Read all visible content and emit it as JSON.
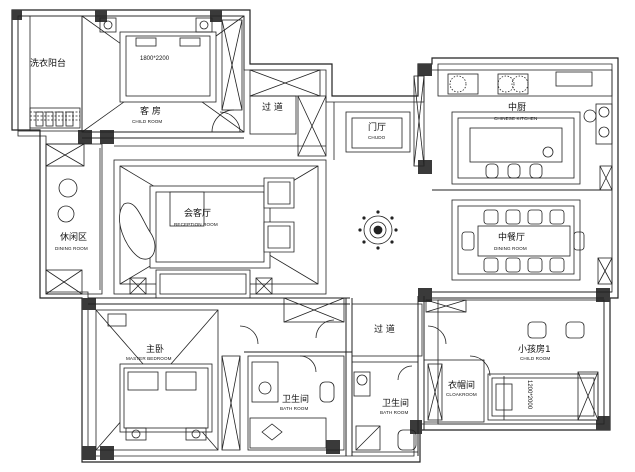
{
  "rooms": {
    "laundry_balcony": {
      "zh": "洗衣阳台"
    },
    "child_room_top": {
      "zh": "客 房",
      "en": "CHILD ROOM",
      "bed_size": "1800*2200"
    },
    "corridor_top": {
      "zh": "过 道"
    },
    "foyer": {
      "zh": "门厅",
      "en": "CHUDO"
    },
    "chinese_kitchen": {
      "zh": "中厨",
      "en": "CHINESE KITCHEN"
    },
    "leisure_area": {
      "zh": "休闲区",
      "en": "DINING ROOM"
    },
    "reception_room": {
      "zh": "会客厅",
      "en": "RECEPTION ROOM"
    },
    "dining_room": {
      "zh": "中餐厅",
      "en": "DINING ROOM"
    },
    "corridor_mid": {
      "zh": "过 道"
    },
    "master_bedroom": {
      "zh": "主卧",
      "en": "MASTER BEDROOM"
    },
    "bathroom_1": {
      "zh": "卫生间",
      "en": "BATH ROOM"
    },
    "bathroom_2": {
      "zh": "卫生间",
      "en": "BATH ROOM"
    },
    "cloakroom": {
      "zh": "衣帽间",
      "en": "CLOAKROOM"
    },
    "child_room_2": {
      "zh": "小孩房1",
      "en": "CHILD ROOM",
      "bed_size": "1200*2000"
    }
  }
}
